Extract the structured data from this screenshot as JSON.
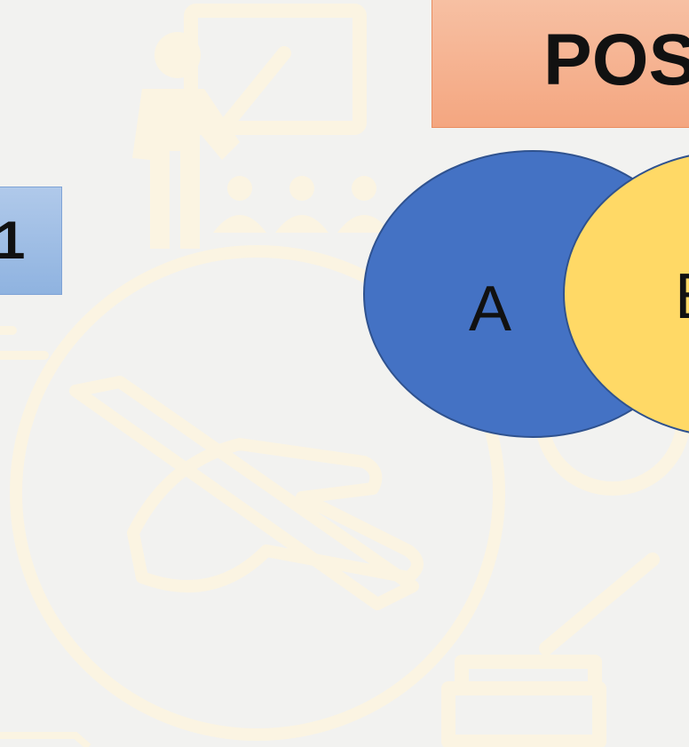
{
  "title": "POS",
  "number_badge": "1",
  "venn": {
    "sets": [
      {
        "label": "A",
        "color": "#4472c4"
      },
      {
        "label": "B",
        "color": "#ffd966"
      }
    ]
  },
  "colors": {
    "background": "#f2f2f0",
    "title_box": "#f4a680",
    "number_box": "#9dbbe4",
    "watermark": "#fbf4e2"
  },
  "background_icons": [
    "teacher-presentation-icon",
    "writing-hand-icon",
    "books-with-pencil-icon"
  ]
}
